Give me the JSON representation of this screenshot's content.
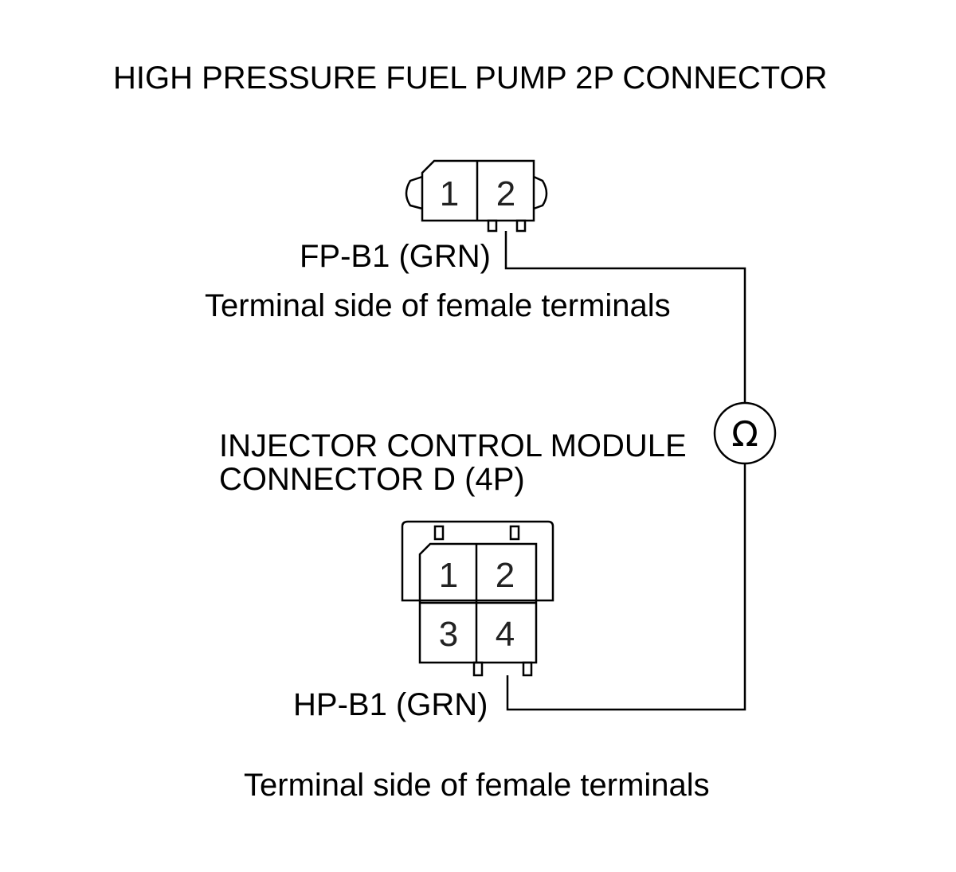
{
  "title": "HIGH PRESSURE FUEL PUMP 2P CONNECTOR",
  "fuel_pump_connector": {
    "pins": [
      "1",
      "2"
    ],
    "wire_label": "FP-B1 (GRN)",
    "view_note": "Terminal side of female terminals"
  },
  "injector_module_connector": {
    "title_line1": "INJECTOR CONTROL MODULE",
    "title_line2": "CONNECTOR D (4P)",
    "pins": [
      "1",
      "2",
      "3",
      "4"
    ],
    "wire_label": "HP-B1 (GRN)",
    "view_note": "Terminal side of female terminals"
  },
  "meter": {
    "symbol": "Ω",
    "icon": "ohmmeter-icon"
  }
}
